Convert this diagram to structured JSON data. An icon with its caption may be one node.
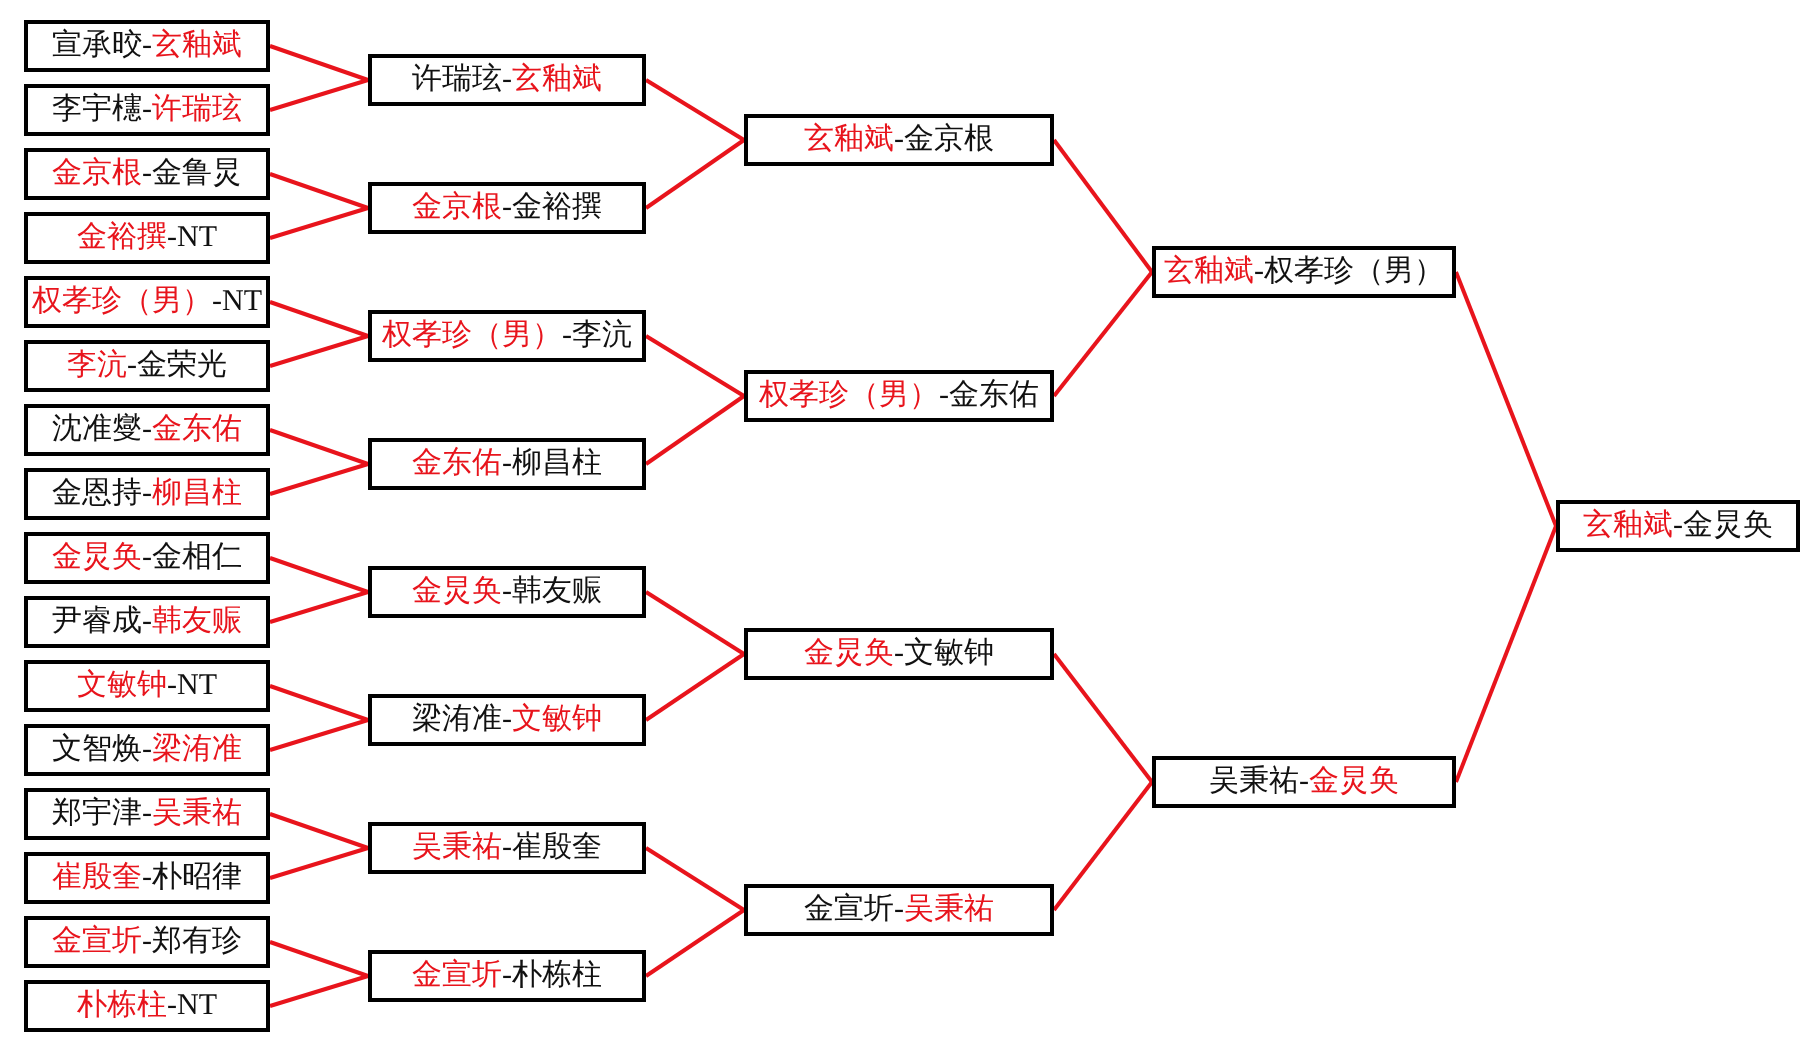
{
  "diagram": {
    "nodes": [
      {
        "text": [
          "宣承晈-**玄釉斌**"
        ]
      },
      {
        "text": [
          "李宇櫶-**许瑞玹**"
        ]
      },
      {
        "text": [
          "**金京根**-金鲁炅"
        ]
      },
      {
        "text": [
          "**金裕撰**-NT"
        ]
      },
      {
        "text": [
          "**权孝珍（男）**-NT"
        ]
      },
      {
        "text": [
          "**李沆**-金荣光"
        ]
      },
      {
        "text": [
          "沈准燮-**金东佑**"
        ]
      },
      {
        "text": [
          "金恩持-**柳昌柱**"
        ]
      },
      {
        "text": [
          "**金炅奂**-金相仁"
        ]
      },
      {
        "text": [
          "尹睿成-**韩友赈**"
        ]
      },
      {
        "text": [
          "**文敏钟**-NT"
        ]
      },
      {
        "text": [
          "文智焕-**梁洧准**"
        ]
      },
      {
        "text": [
          "郑宇津-**吴秉祐**"
        ]
      },
      {
        "text": [
          "**崔殷奎**-朴昭律"
        ]
      },
      {
        "text": [
          "**金宣圻**-郑有珍"
        ]
      },
      {
        "text": [
          "**朴栋柱**-NT"
        ]
      },
      {
        "text": [
          "许瑞玹-**玄釉斌**"
        ]
      },
      {
        "text": [
          "**金京根**-金裕撰"
        ]
      },
      {
        "text": [
          "**权孝珍（男）**-李沆"
        ]
      },
      {
        "text": [
          "**金东佑**-柳昌柱"
        ]
      },
      {
        "text": [
          "**金炅奂**-韩友赈"
        ]
      },
      {
        "text": [
          "梁洧准-**文敏钟**"
        ]
      },
      {
        "text": [
          "**吴秉祐**-崔殷奎"
        ]
      },
      {
        "text": [
          "**金宣圻**-朴栋柱"
        ]
      },
      {
        "text": [
          "**玄釉斌**-金京根"
        ]
      },
      {
        "text": [
          "**权孝珍（男）**-金东佑"
        ]
      },
      {
        "text": [
          "**金炅奂**-文敏钟"
        ]
      },
      {
        "text": [
          "金宣圻-**吴秉祐**"
        ]
      },
      {
        "text": [
          "**玄釉斌**-权孝珍（男）"
        ]
      },
      {
        "text": [
          "吴秉祐-**金炅奂**"
        ]
      },
      {
        "text": [
          "**玄釉斌**-金炅奂"
        ]
      }
    ],
    "edges": [
      {
        "from": 0,
        "to": 16,
        "arrow": "none"
      },
      {
        "from": 1,
        "to": 16,
        "arrow": "none"
      },
      {
        "from": 2,
        "to": 17,
        "arrow": "none"
      },
      {
        "from": 3,
        "to": 17,
        "arrow": "none"
      },
      {
        "from": 4,
        "to": 18,
        "arrow": "none"
      },
      {
        "from": 5,
        "to": 18,
        "arrow": "none"
      },
      {
        "from": 6,
        "to": 19,
        "arrow": "none"
      },
      {
        "from": 7,
        "to": 19,
        "arrow": "none"
      },
      {
        "from": 8,
        "to": 20,
        "arrow": "none"
      },
      {
        "from": 9,
        "to": 20,
        "arrow": "none"
      },
      {
        "from": 10,
        "to": 21,
        "arrow": "none"
      },
      {
        "from": 11,
        "to": 21,
        "arrow": "none"
      },
      {
        "from": 12,
        "to": 22,
        "arrow": "none"
      },
      {
        "from": 13,
        "to": 22,
        "arrow": "none"
      },
      {
        "from": 14,
        "to": 23,
        "arrow": "none"
      },
      {
        "from": 15,
        "to": 23,
        "arrow": "none"
      },
      {
        "from": 16,
        "to": 24,
        "arrow": "none"
      },
      {
        "from": 17,
        "to": 24,
        "arrow": "none"
      },
      {
        "from": 18,
        "to": 25,
        "arrow": "none"
      },
      {
        "from": 19,
        "to": 25,
        "arrow": "none"
      },
      {
        "from": 20,
        "to": 26,
        "arrow": "none"
      },
      {
        "from": 21,
        "to": 26,
        "arrow": "none"
      },
      {
        "from": 22,
        "to": 27,
        "arrow": "none"
      },
      {
        "from": 23,
        "to": 27,
        "arrow": "none"
      },
      {
        "from": 24,
        "to": 28,
        "arrow": "none"
      },
      {
        "from": 25,
        "to": 28,
        "arrow": "none"
      },
      {
        "from": 26,
        "to": 29,
        "arrow": "none"
      },
      {
        "from": 27,
        "to": 29,
        "arrow": "none"
      },
      {
        "from": 28,
        "to": 30,
        "arrow": "none"
      },
      {
        "from": 29,
        "to": 30,
        "arrow": "none"
      }
    ]
  }
}
